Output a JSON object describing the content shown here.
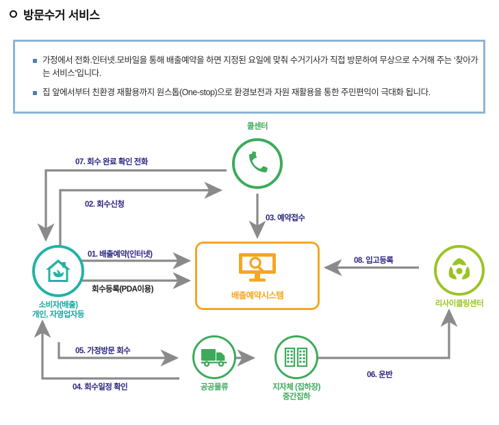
{
  "page": {
    "title": "방문수거 서비스",
    "title_bullet_icon": "ring-bullet-icon"
  },
  "info_box": {
    "border_color": "#8bb4d9",
    "bullet_color": "#4a82b8",
    "items": [
      "가정에서 전화.인터넷.모바일을 통해 배출예약을 하면 지정된 요일에 맞춰 수거기사가 직접 방문하여 무상으로 수거해 주는 ‘찾아가는 서비스’입니다.",
      "집 앞에서부터 친환경 재활용까지 원스톱(One-stop)으로 환경보전과 자원 재활용을 통한 주민편익이 극대화 됩니다."
    ]
  },
  "diagram": {
    "nodes": {
      "callcenter": {
        "title": "콜센터",
        "icon": "phone-ringing-icon",
        "color": "#3caa5a"
      },
      "consumer": {
        "label_line1": "소비자(배출)",
        "label_line2": "개인, 자영업자등",
        "icon": "house-leaf-icon",
        "color": "#22b2a6"
      },
      "system": {
        "label": "배출예약시스템",
        "icon": "monitor-search-icon",
        "color": "#f5a623"
      },
      "recycling": {
        "label": "리사이클링센터",
        "icon": "recycle-leaves-icon",
        "color": "#9ac424"
      },
      "truck": {
        "label": "공공물류",
        "icon": "truck-icon",
        "color": "#3caa5a"
      },
      "building": {
        "label_line1": "지자체 (집하장)",
        "label_line2": "중간집하",
        "icon": "buildings-icon",
        "color": "#3caa5a"
      }
    },
    "edges": [
      {
        "id": "e07",
        "label": "07. 회수 완료 확인 전화",
        "from": "callcenter",
        "to": "consumer",
        "color": "#2b2580"
      },
      {
        "id": "e02",
        "label": "02. 회수신청",
        "from": "consumer",
        "to": "callcenter",
        "color": "#2b2580"
      },
      {
        "id": "e03",
        "label": "03. 예약접수",
        "from": "callcenter",
        "to": "system",
        "color": "#2b2580"
      },
      {
        "id": "e01",
        "label": "01. 배출예약(인터넷)",
        "from": "consumer",
        "to": "system",
        "color": "#2b2580"
      },
      {
        "id": "e01b",
        "label": "회수등록(PDA이용)",
        "from": "consumer",
        "to": "system",
        "color": "#1c1c1c"
      },
      {
        "id": "e05",
        "label": "05. 가정방문 회수",
        "from": "consumer",
        "to": "truck",
        "color": "#2b2580"
      },
      {
        "id": "e04",
        "label": "04. 회수일정 확인",
        "from": "truck",
        "to": "consumer",
        "color": "#2b2580"
      },
      {
        "id": "e06",
        "label": "06. 운반",
        "from": "building",
        "to": "recycling",
        "color": "#2b2580"
      },
      {
        "id": "e08",
        "label": "08. 입고등록",
        "from": "recycling",
        "to": "system",
        "color": "#2b2580"
      }
    ],
    "wire_color": "#8a8a8a"
  }
}
